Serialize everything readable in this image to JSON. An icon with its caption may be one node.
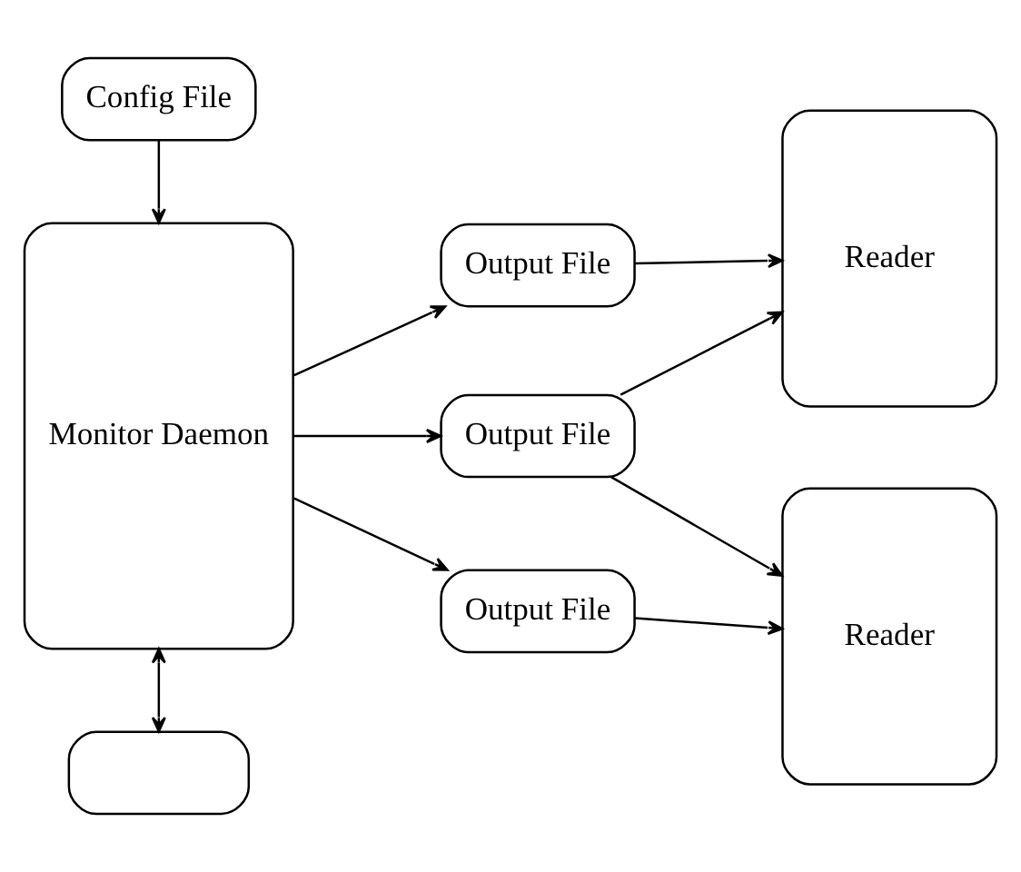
{
  "diagram": {
    "nodes": [
      {
        "text": [
          "Config File"
        ]
      },
      {
        "text": [
          "Monitor Daemon"
        ]
      },
      {
        "text": [],
        "shape": "box"
      },
      {
        "text": [
          "Output File"
        ]
      },
      {
        "text": [
          "Output File"
        ]
      },
      {
        "text": [
          "Output File"
        ]
      },
      {
        "text": [
          "Reader"
        ]
      },
      {
        "text": [
          "Reader"
        ]
      }
    ],
    "edges": [
      {
        "from": 0,
        "to": 1,
        "arrow": "to"
      },
      {
        "from": 1,
        "to": 2,
        "arrow": "both"
      },
      {
        "from": 1,
        "to": 3,
        "arrow": "to"
      },
      {
        "from": 1,
        "to": 4,
        "arrow": "to"
      },
      {
        "from": 1,
        "to": 5,
        "arrow": "to"
      },
      {
        "from": 3,
        "to": 6,
        "arrow": "to"
      },
      {
        "from": 4,
        "to": 6,
        "arrow": "to"
      },
      {
        "from": 4,
        "to": 7,
        "arrow": "to"
      },
      {
        "from": 5,
        "to": 7,
        "arrow": "to"
      }
    ]
  }
}
